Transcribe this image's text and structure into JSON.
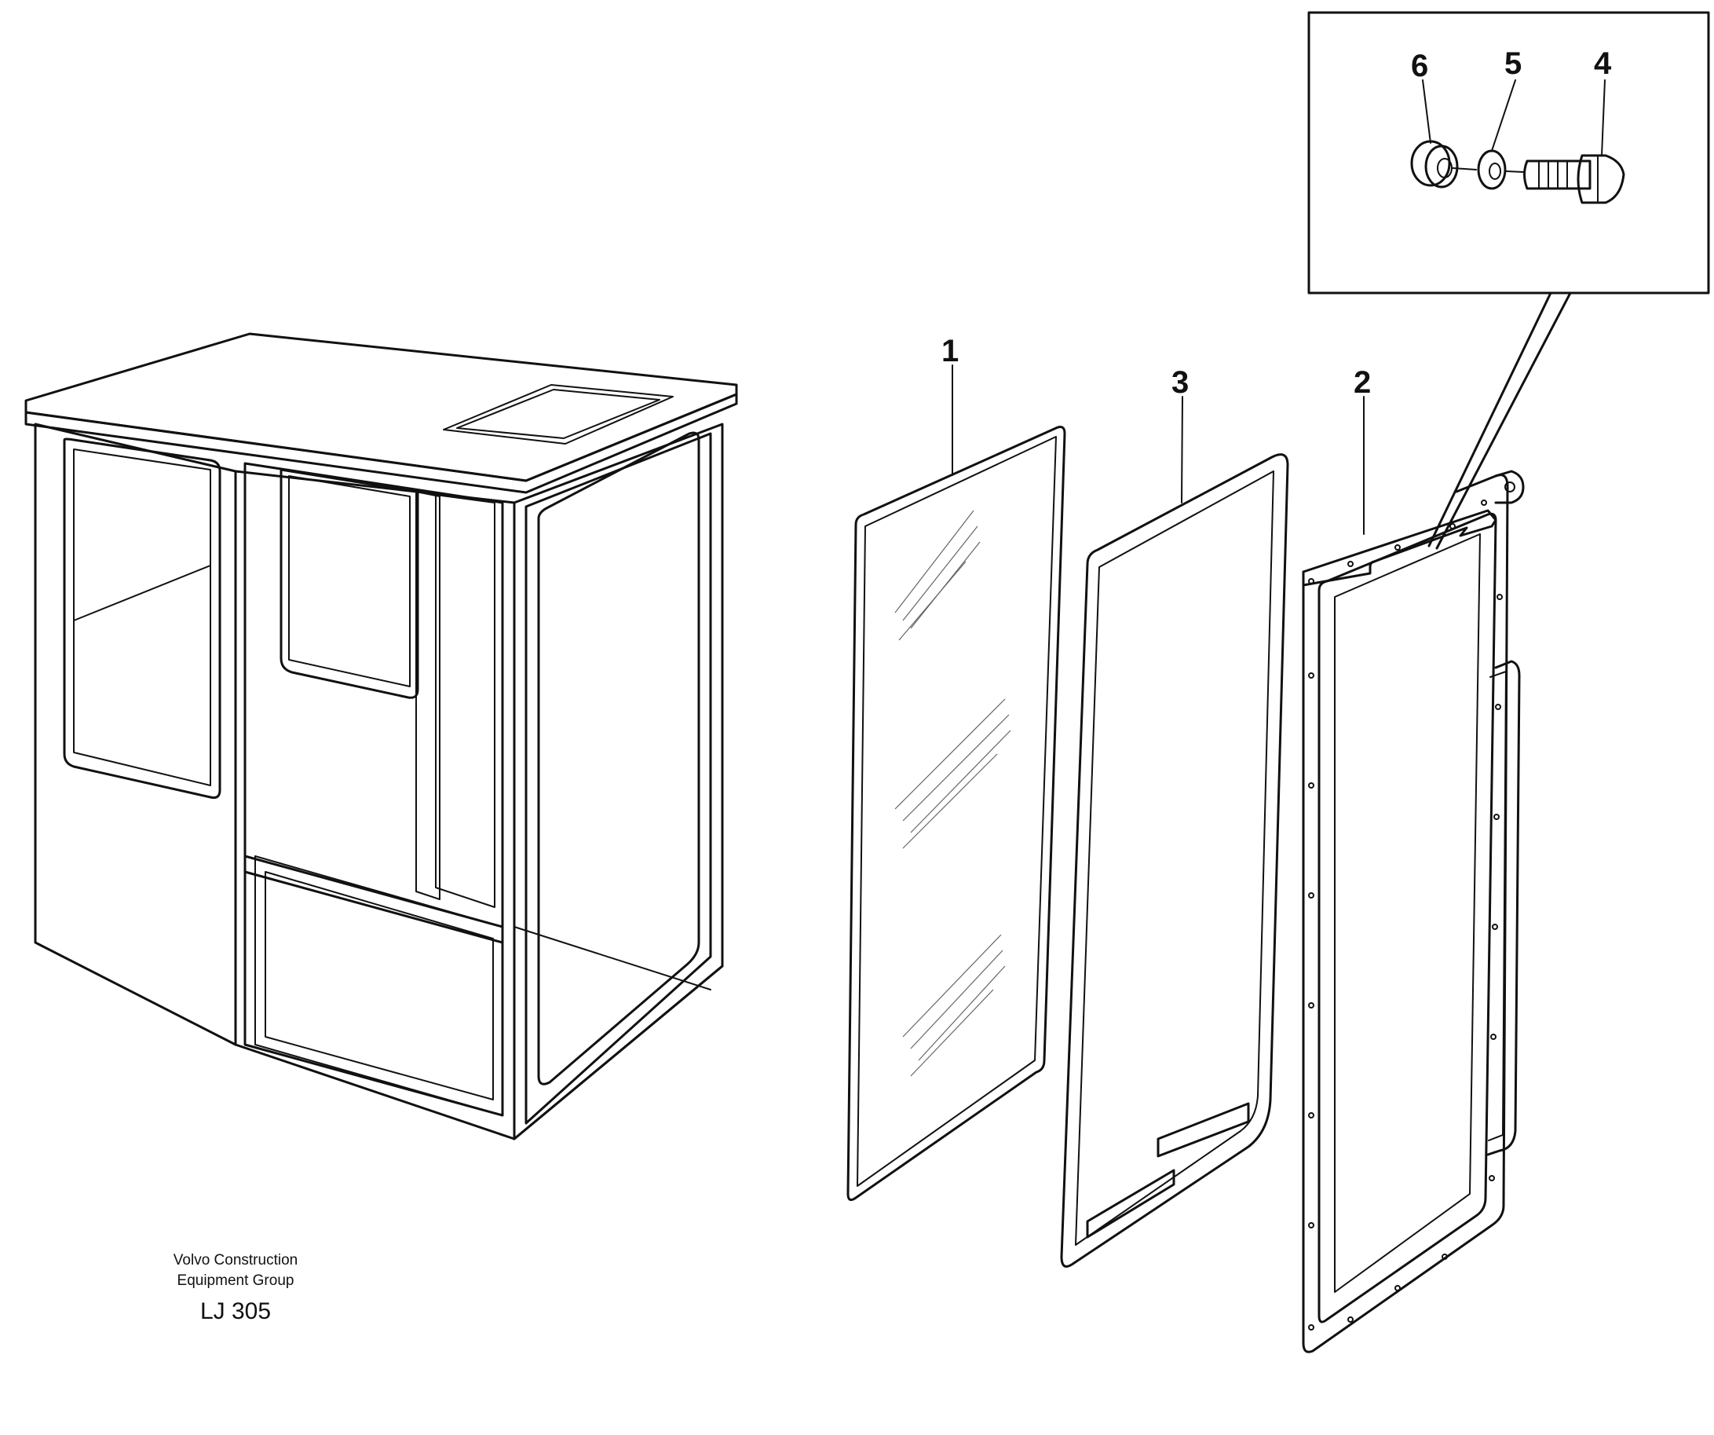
{
  "caption": {
    "line1": "Volvo Construction",
    "line2": "Equipment Group",
    "code": "LJ 305"
  },
  "callouts": {
    "glass": "1",
    "frame": "2",
    "seal": "3",
    "bolt": "4",
    "washer": "5",
    "nut": "6"
  }
}
